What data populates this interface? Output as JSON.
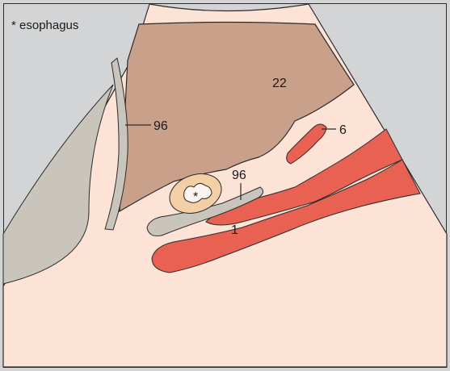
{
  "legend": {
    "text": "* esophagus"
  },
  "labels": {
    "liver_22": "22",
    "bone_96_upper": "96",
    "bone_96_lower": "96",
    "vessel_6": "6",
    "vessel_1": "1",
    "esophagus_marker": "*"
  },
  "colors": {
    "background_gray": "#d3d4d6",
    "soft_tissue": "#fde2d6",
    "liver": "#c9a08a",
    "vessel": "#e86152",
    "bone": "#c9c4bc",
    "esophagus_outer": "#f3cfa6",
    "esophagus_inner": "#fbf4ee",
    "outline": "#2b2b2b"
  }
}
